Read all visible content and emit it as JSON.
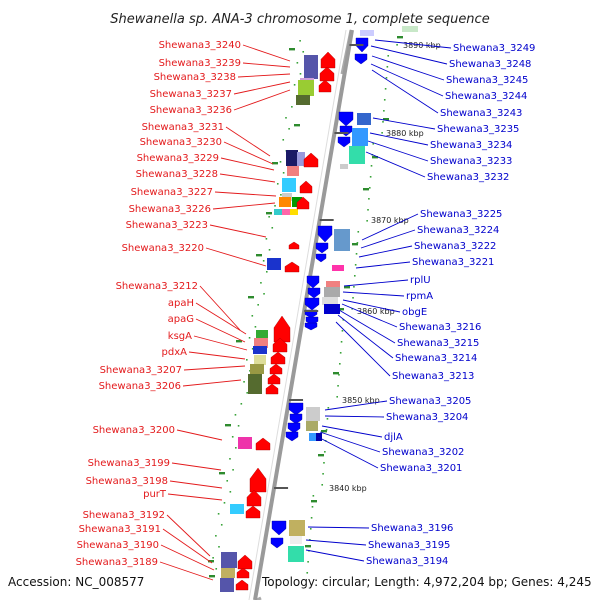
{
  "title": "Shewanella sp. ANA-3 chromosome 1, complete sequence",
  "accession": "Accession: NC_008577",
  "topology": "Topology: circular; Length: 4,972,204 bp; Genes: 4,245",
  "colors": {
    "left_label": "#e31a1c",
    "right_label": "#0000cc",
    "forward_arrow": "#ff0000",
    "reverse_arrow": "#0000ff",
    "backbone": "#999999",
    "cog_dash": "#2e8b2e"
  },
  "ruler": [
    {
      "label": "3890 kbp"
    },
    {
      "label": "3880 kbp"
    },
    {
      "label": "3870 kbp"
    },
    {
      "label": "3860 kbp"
    },
    {
      "label": "3850 kbp"
    },
    {
      "label": "3840 kbp"
    }
  ],
  "left_genes": [
    "Shewana3_3240",
    "Shewana3_3239",
    "Shewana3_3238",
    "Shewana3_3237",
    "Shewana3_3236",
    "Shewana3_3231",
    "Shewana3_3230",
    "Shewana3_3229",
    "Shewana3_3228",
    "Shewana3_3227",
    "Shewana3_3226",
    "Shewana3_3223",
    "Shewana3_3220",
    "Shewana3_3212",
    "apaH",
    "apaG",
    "ksgA",
    "pdxA",
    "Shewana3_3207",
    "Shewana3_3206",
    "Shewana3_3200",
    "Shewana3_3199",
    "Shewana3_3198",
    "purT",
    "Shewana3_3192",
    "Shewana3_3191",
    "Shewana3_3190",
    "Shewana3_3189"
  ],
  "right_genes": [
    "Shewana3_3249",
    "Shewana3_3248",
    "Shewana3_3245",
    "Shewana3_3244",
    "Shewana3_3243",
    "Shewana3_3235",
    "Shewana3_3234",
    "Shewana3_3233",
    "Shewana3_3232",
    "Shewana3_3225",
    "Shewana3_3224",
    "Shewana3_3222",
    "Shewana3_3221",
    "rplU",
    "rpmA",
    "obgE",
    "Shewana3_3216",
    "Shewana3_3215",
    "Shewana3_3214",
    "Shewana3_3213",
    "Shewana3_3205",
    "Shewana3_3204",
    "djlA",
    "Shewana3_3202",
    "Shewana3_3201",
    "Shewana3_3196",
    "Shewana3_3195",
    "Shewana3_3194"
  ]
}
